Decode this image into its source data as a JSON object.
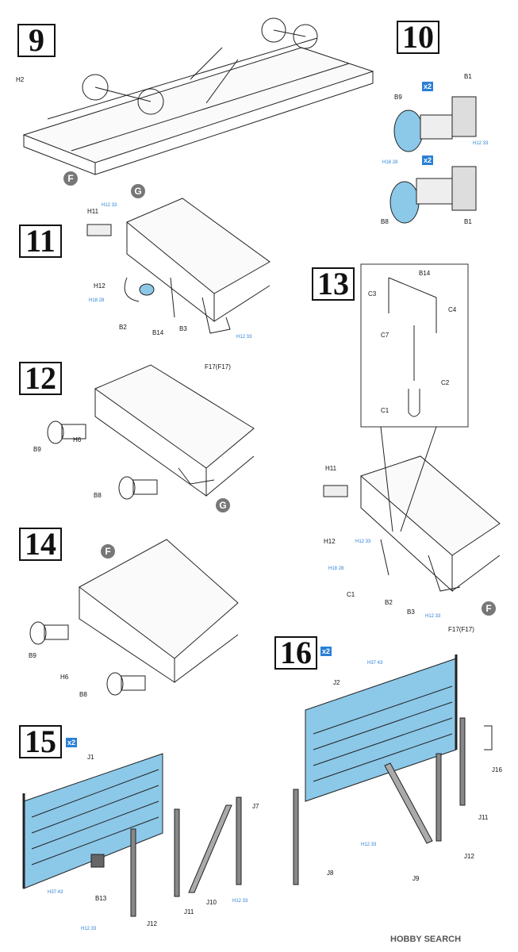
{
  "steps": {
    "s9": "9",
    "s10": "10",
    "s11": "11",
    "s12": "12",
    "s13": "13",
    "s14": "14",
    "s15": "15",
    "s16": "16"
  },
  "multipliers": {
    "x2": "x2"
  },
  "callouts": {
    "F": "F",
    "G": "G"
  },
  "parts": {
    "H2": "H2",
    "B1": "B1",
    "B9": "B9",
    "B8": "B8",
    "H11": "H11",
    "H12": "H12",
    "B2": "B2",
    "B14": "B14",
    "B3": "B3",
    "F17": "F17(F17)",
    "H6": "H6",
    "C3": "C3",
    "C4": "C4",
    "C7": "C7",
    "C2": "C2",
    "C1": "C1",
    "J1": "J1",
    "J7": "J7",
    "J10": "J10",
    "J11": "J11",
    "J12": "J12",
    "B13": "B13",
    "J2": "J2",
    "J16": "J16",
    "J8": "J8",
    "J9": "J9"
  },
  "paints": {
    "h12_33": "H12 33",
    "h18_28": "H18 28",
    "h37_43": "H37 43"
  },
  "colors": {
    "paint_blue": "#2a7fd6",
    "part_blue": "#8cc8e8",
    "callout_grey": "#777777"
  },
  "footer": {
    "watermark": "HOBBY SEARCH"
  }
}
